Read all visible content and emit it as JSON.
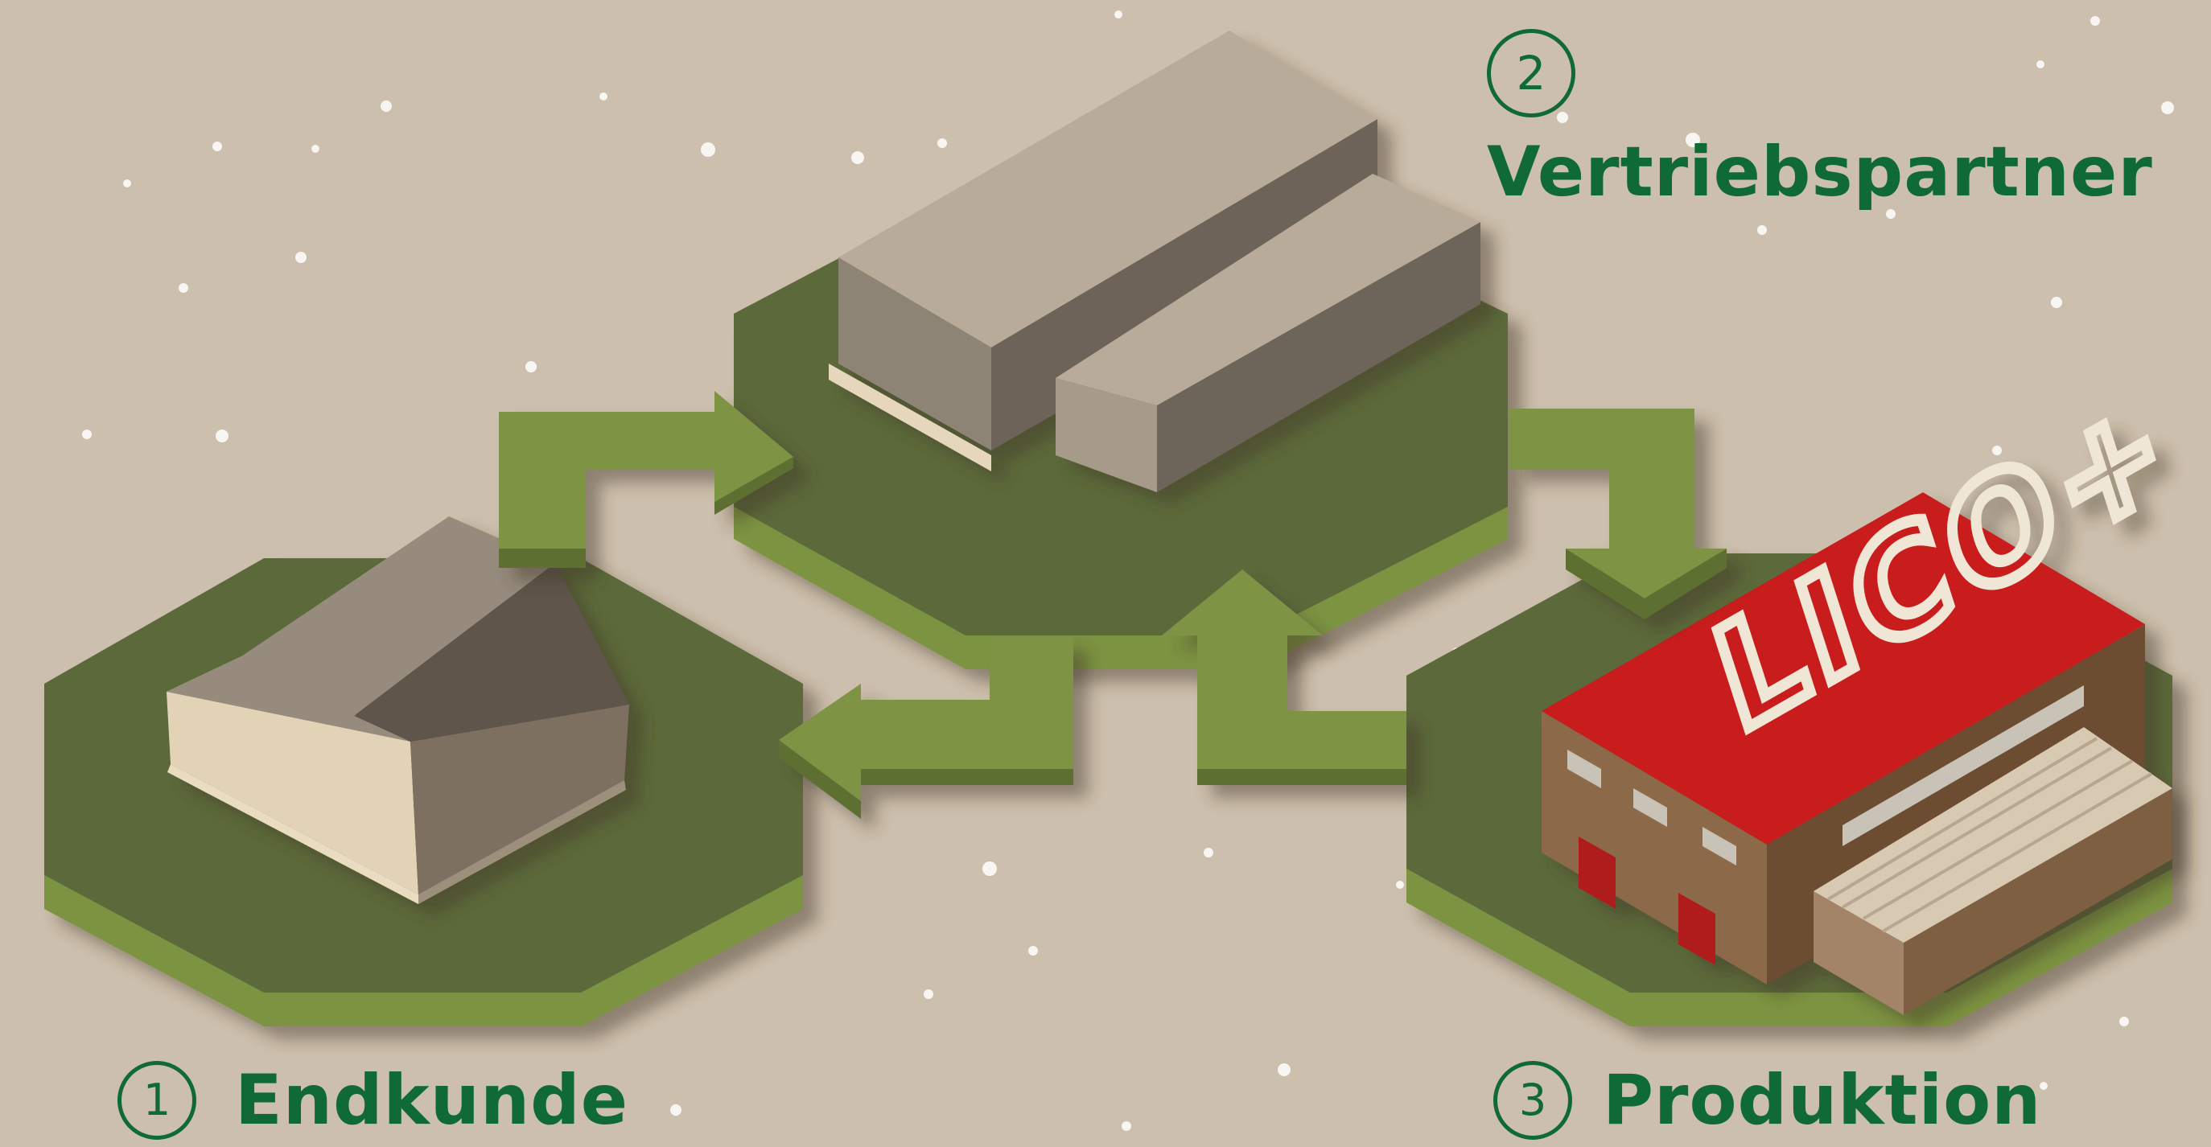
{
  "colors": {
    "background": "#cdbfad",
    "ground_top": "#5b6a3a",
    "ground_side": "#7b9443",
    "arrow": "#7f9345",
    "label": "#0f6a35",
    "factory_roof": "#c91c1d",
    "factory_wall": "#8c6a48"
  },
  "labels": [
    {
      "number": "2",
      "text": "Vertriebspartner"
    },
    {
      "number": "1",
      "text": "Endkunde"
    },
    {
      "number": "3",
      "text": "Produktion"
    }
  ],
  "factory": {
    "logo": "LICO+"
  },
  "icons": {
    "house": "house-icon",
    "warehouse": "warehouse-icon",
    "factory": "factory-icon"
  }
}
